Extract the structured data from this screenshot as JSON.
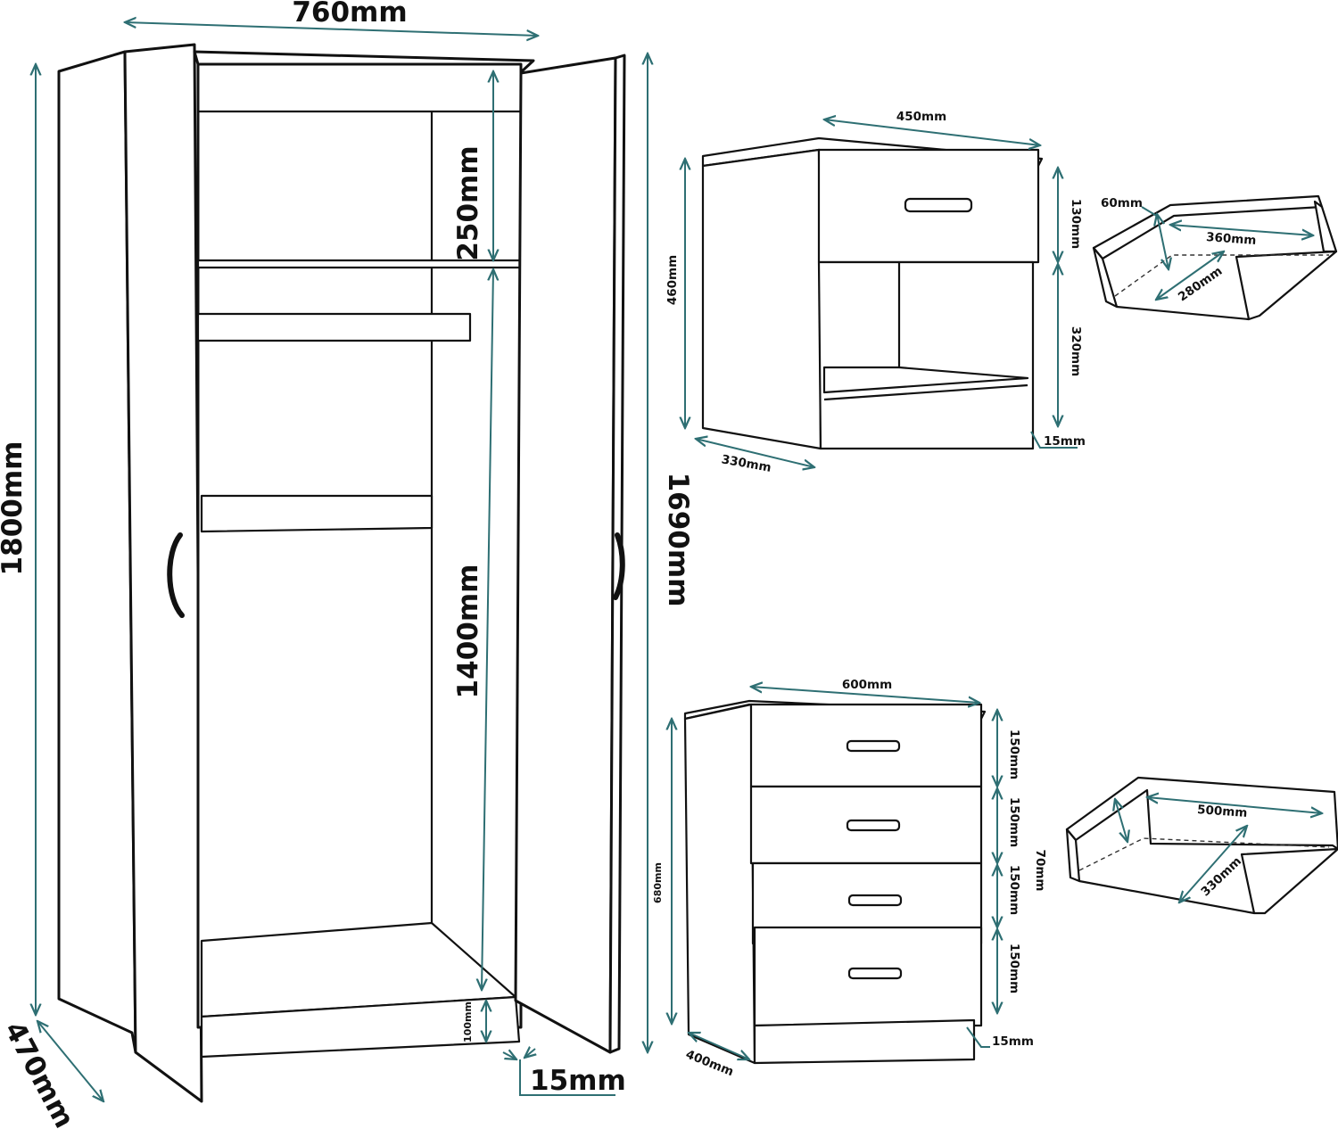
{
  "colors": {
    "dimension_line": "#2e6f73",
    "outline": "#111111",
    "background": "#ffffff"
  },
  "wardrobe": {
    "width": "760mm",
    "height": "1800mm",
    "depth": "470mm",
    "inner_height": "1690mm",
    "top_compartment": "250mm",
    "hanging_space": "1400mm",
    "plinth": "100mm",
    "panel_thickness": "15mm"
  },
  "bedside_table": {
    "width": "450mm",
    "height": "460mm",
    "depth": "330mm",
    "drawer_height": "130mm",
    "open_space": "320mm",
    "panel_thickness": "15mm",
    "drawer": {
      "height": "60mm",
      "width": "360mm",
      "depth": "280mm"
    }
  },
  "chest_of_drawers": {
    "width": "600mm",
    "height": "680mm",
    "depth": "400mm",
    "drawer_heights": [
      "150mm",
      "150mm",
      "150mm",
      "150mm"
    ],
    "panel_thickness": "15mm",
    "drawer": {
      "height": "70mm",
      "width": "500mm",
      "depth": "330mm"
    }
  }
}
